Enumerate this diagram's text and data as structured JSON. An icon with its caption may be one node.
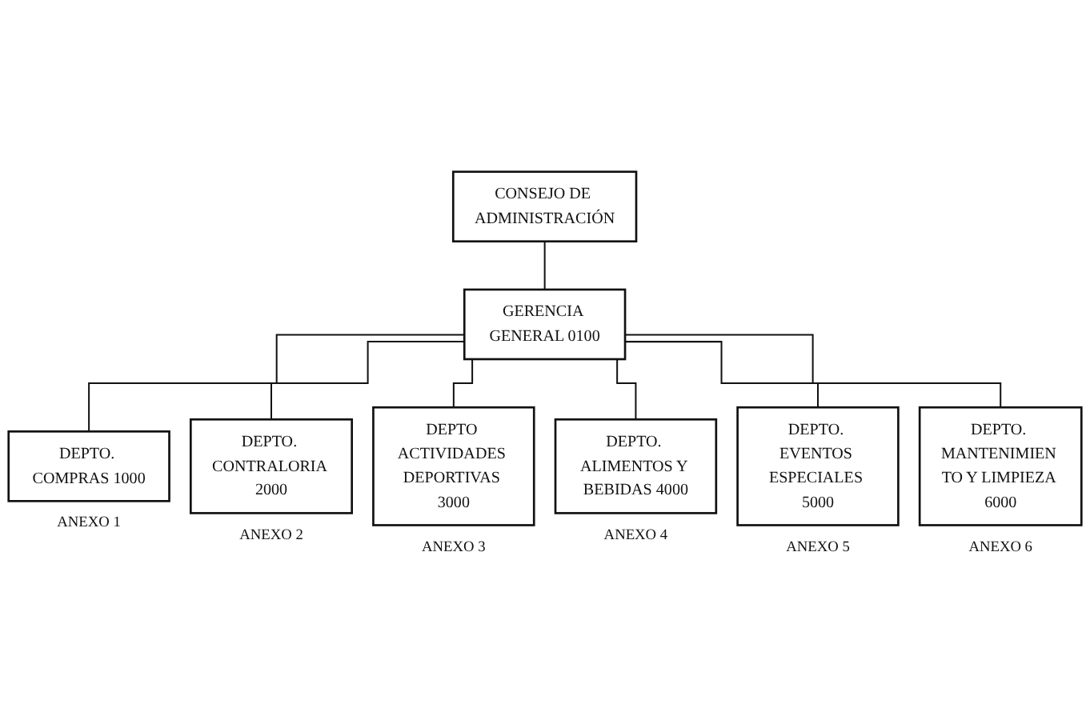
{
  "diagram": {
    "nodes": [
      {
        "text": [
          "CONSEJO DE ADMINISTRACIÓN"
        ]
      },
      {
        "text": [
          "GERENCIA GENERAL 0100"
        ]
      },
      {
        "text": [
          "DEPTO. COMPRAS 1000"
        ],
        "beside": [
          "ANEXO 1"
        ]
      },
      {
        "text": [
          "DEPTO. CONTRALORIA 2000"
        ],
        "beside": [
          "ANEXO 2"
        ]
      },
      {
        "text": [
          "DEPTO ACTIVIDADES DEPORTIVAS 3000"
        ],
        "beside": [
          "ANEXO 3"
        ]
      },
      {
        "text": [
          "DEPTO. ALIMENTOS Y BEBIDAS 4000"
        ],
        "beside": [
          "ANEXO 4"
        ]
      },
      {
        "text": [
          "DEPTO. EVENTOS ESPECIALES 5000"
        ],
        "beside": [
          "ANEXO 5"
        ]
      },
      {
        "text": [
          "DEPTO. MANTENIMIEN TO Y LIMPIEZA 6000"
        ],
        "beside": [
          "ANEXO 6"
        ]
      }
    ],
    "edges": [
      {
        "from": 0,
        "to": 1,
        "arrow": "none"
      },
      {
        "from": 1,
        "to": 2,
        "arrow": "none"
      },
      {
        "from": 1,
        "to": 3,
        "arrow": "none"
      },
      {
        "from": 1,
        "to": 4,
        "arrow": "none"
      },
      {
        "from": 1,
        "to": 5,
        "arrow": "none"
      },
      {
        "from": 1,
        "to": 6,
        "arrow": "none"
      },
      {
        "from": 1,
        "to": 7,
        "arrow": "none"
      }
    ]
  }
}
